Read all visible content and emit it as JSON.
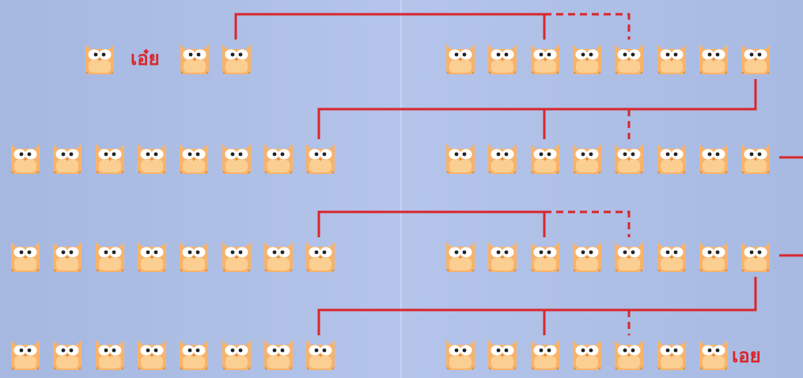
{
  "labels": {
    "start_word": "เอ๋ย",
    "end_word": "เอย"
  },
  "colors": {
    "background": "#b0c2e8",
    "owl_body": "#f8b36a",
    "owl_light": "#fbcf92",
    "owl_dark": "#e08d3d",
    "line": "#d9262b"
  },
  "rows": [
    {
      "left_owls": 3,
      "right_owls": 8
    },
    {
      "left_owls": 8,
      "right_owls": 8
    },
    {
      "left_owls": 8,
      "right_owls": 8
    },
    {
      "left_owls": 8,
      "right_owls": 7
    }
  ]
}
